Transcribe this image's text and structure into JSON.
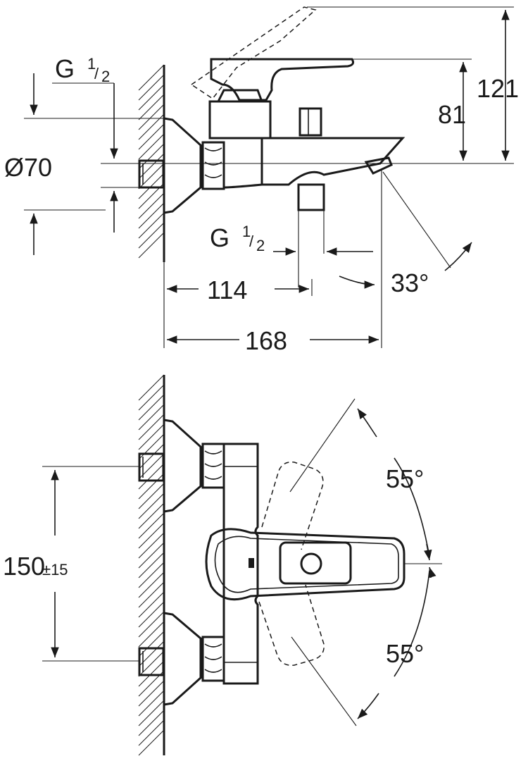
{
  "side_view": {
    "thread_left": {
      "main": "G",
      "num": "1",
      "den": "2"
    },
    "diameter": "Ø70",
    "height_total": "121",
    "height_spout": "81",
    "thread_bottom": {
      "main": "G",
      "num": "1",
      "den": "2"
    },
    "angle_spout": "33°",
    "depth_outlet": "114",
    "depth_total": "168"
  },
  "top_view": {
    "inlet_spacing": {
      "main": "150",
      "tolerance": "±15"
    },
    "lever_angle_up": "55°",
    "lever_angle_down": "55°"
  }
}
